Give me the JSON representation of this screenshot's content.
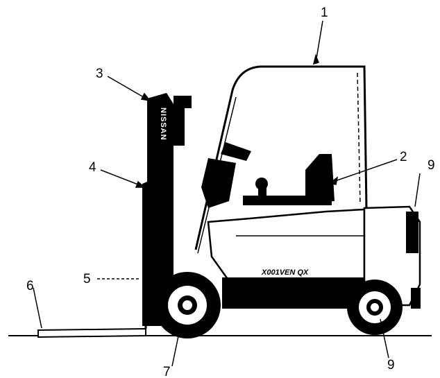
{
  "brand_on_mast": "NISSAN",
  "model_on_body": "X001VEN QX",
  "callouts": [
    {
      "id": "1",
      "label": "1"
    },
    {
      "id": "2",
      "label": "2"
    },
    {
      "id": "3",
      "label": "3"
    },
    {
      "id": "4",
      "label": "4"
    },
    {
      "id": "5",
      "label": "5"
    },
    {
      "id": "6",
      "label": "6"
    },
    {
      "id": "7",
      "label": "7"
    },
    {
      "id": "8",
      "label": "9"
    },
    {
      "id": "9",
      "label": "9"
    }
  ],
  "colors": {
    "ink": "#000000",
    "paper": "#ffffff"
  }
}
